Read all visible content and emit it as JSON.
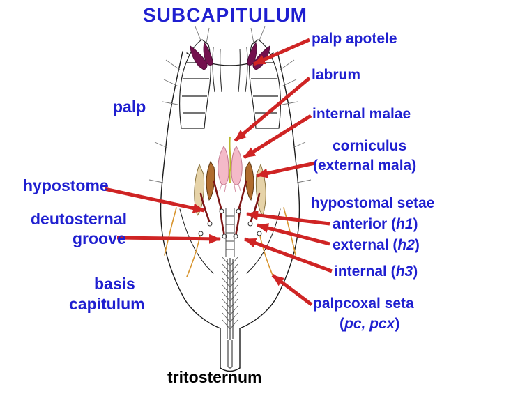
{
  "title": "SUBCAPITULUM",
  "colors": {
    "label": "#1f1fd0",
    "arrow": "#cf2424",
    "black_label": "#000000"
  },
  "labels": {
    "palp_apotele": "palp apotele",
    "labrum": "labrum",
    "internal_malae": "internal malae",
    "corniculus_line1": "corniculus",
    "corniculus_line2": "(external mala)",
    "palp": "palp",
    "hypostome": "hypostome",
    "deutosternal_line1": "deutosternal",
    "deutosternal_line2": "groove",
    "hypostomal_setae": "hypostomal setae",
    "anterior_pre": "anterior (",
    "anterior_italic": "h1",
    "anterior_post": ")",
    "external_pre": "external (",
    "external_italic": "h2",
    "external_post": ")",
    "internal_pre": "internal (",
    "internal_italic": "h3",
    "internal_post": ")",
    "basis_line1": "basis",
    "basis_line2": "capitulum",
    "palpcoxal_line1": "palpcoxal seta",
    "palpcoxal_pre": "(",
    "palpcoxal_italic": "pc, pcx",
    "palpcoxal_post": ")",
    "tritosternum": "tritosternum"
  }
}
